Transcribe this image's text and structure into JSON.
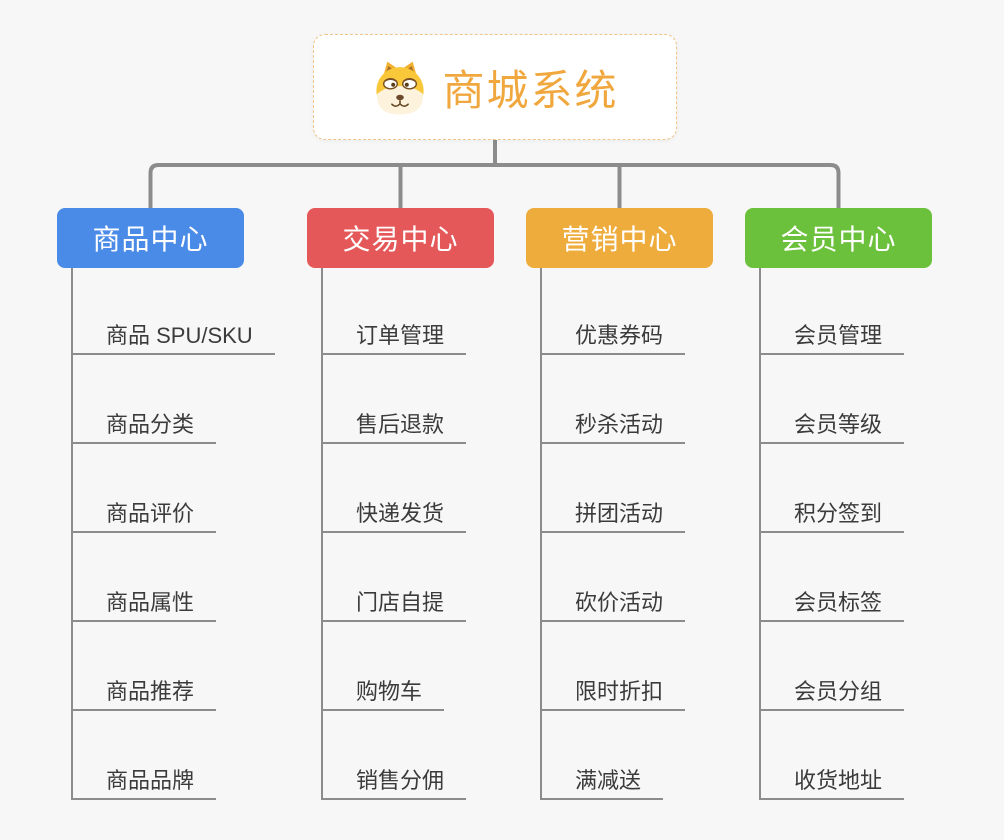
{
  "page": {
    "background": "#f7f7f7",
    "connector_color": "#8c8c8c",
    "leaf_text_color": "#3b3b3b"
  },
  "root": {
    "title": "商城系统",
    "title_color": "#f0a73e",
    "border_color": "#f0c488",
    "icon": "dog-face-icon"
  },
  "branches": [
    {
      "label": "商品中心",
      "color": "#4a8be8",
      "children": [
        "商品 SPU/SKU",
        "商品分类",
        "商品评价",
        "商品属性",
        "商品推荐",
        "商品品牌"
      ]
    },
    {
      "label": "交易中心",
      "color": "#e5585a",
      "children": [
        "订单管理",
        "售后退款",
        "快递发货",
        "门店自提",
        "购物车",
        "销售分佣"
      ]
    },
    {
      "label": "营销中心",
      "color": "#eeac3c",
      "children": [
        "优惠券码",
        "秒杀活动",
        "拼团活动",
        "砍价活动",
        "限时折扣",
        "满减送"
      ]
    },
    {
      "label": "会员中心",
      "color": "#6cc13c",
      "children": [
        "会员管理",
        "会员等级",
        "积分签到",
        "会员标签",
        "会员分组",
        "收货地址"
      ]
    }
  ]
}
